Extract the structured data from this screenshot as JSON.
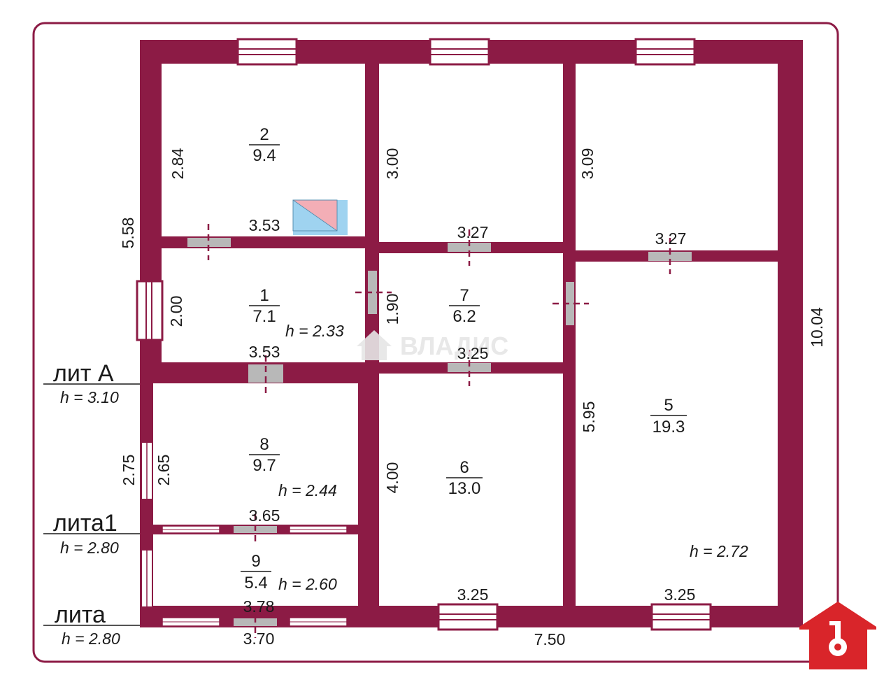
{
  "colors": {
    "wall": "#8C1B45",
    "frame": "#8C1B45",
    "window": "#ffffff",
    "door": "#b8b8b8",
    "watermark": "#e6e6e6",
    "logo": "#d9252a",
    "stair_blue": "#9fd3f0",
    "stair_pink": "#f3aeb6"
  },
  "labels": {
    "lit_A": "лит А",
    "lit_A_h": "h = 3.10",
    "lit_a1": "лита1",
    "lit_a1_h": "h = 2.80",
    "lit_a": "лита",
    "lit_a_h": "h = 2.80"
  },
  "rooms": [
    {
      "num": "2",
      "area": "9.4"
    },
    {
      "num": "1",
      "area": "7.1"
    },
    {
      "num": "7",
      "area": "6.2"
    },
    {
      "num": "8",
      "area": "9.7"
    },
    {
      "num": "6",
      "area": "13.0"
    },
    {
      "num": "5",
      "area": "19.3"
    },
    {
      "num": "9",
      "area": "5.4"
    }
  ],
  "heights": {
    "h1": "h = 2.33",
    "h8": "h = 2.44",
    "h9": "h = 2.60",
    "h5": "h = 2.72"
  },
  "dims": {
    "d_284": "2.84",
    "d_300": "3.00",
    "d_309": "3.09",
    "d_558": "5.58",
    "d_353a": "3.53",
    "d_327a": "3.27",
    "d_327b": "3.27",
    "d_200": "2.00",
    "d_190": "1.90",
    "d_353b": "3.53",
    "d_325a": "3.25",
    "d_1004": "10.04",
    "d_595": "5.95",
    "d_275": "2.75",
    "d_265": "2.65",
    "d_400": "4.00",
    "d_365": "3.65",
    "d_378": "3.78",
    "d_370": "3.70",
    "d_325b": "3.25",
    "d_325c": "3.25",
    "d_750": "7.50"
  },
  "watermark": "ВЛАДИС",
  "icons": {
    "logo": "house-key-logo-icon",
    "watermark": "vladis-watermark-icon"
  }
}
